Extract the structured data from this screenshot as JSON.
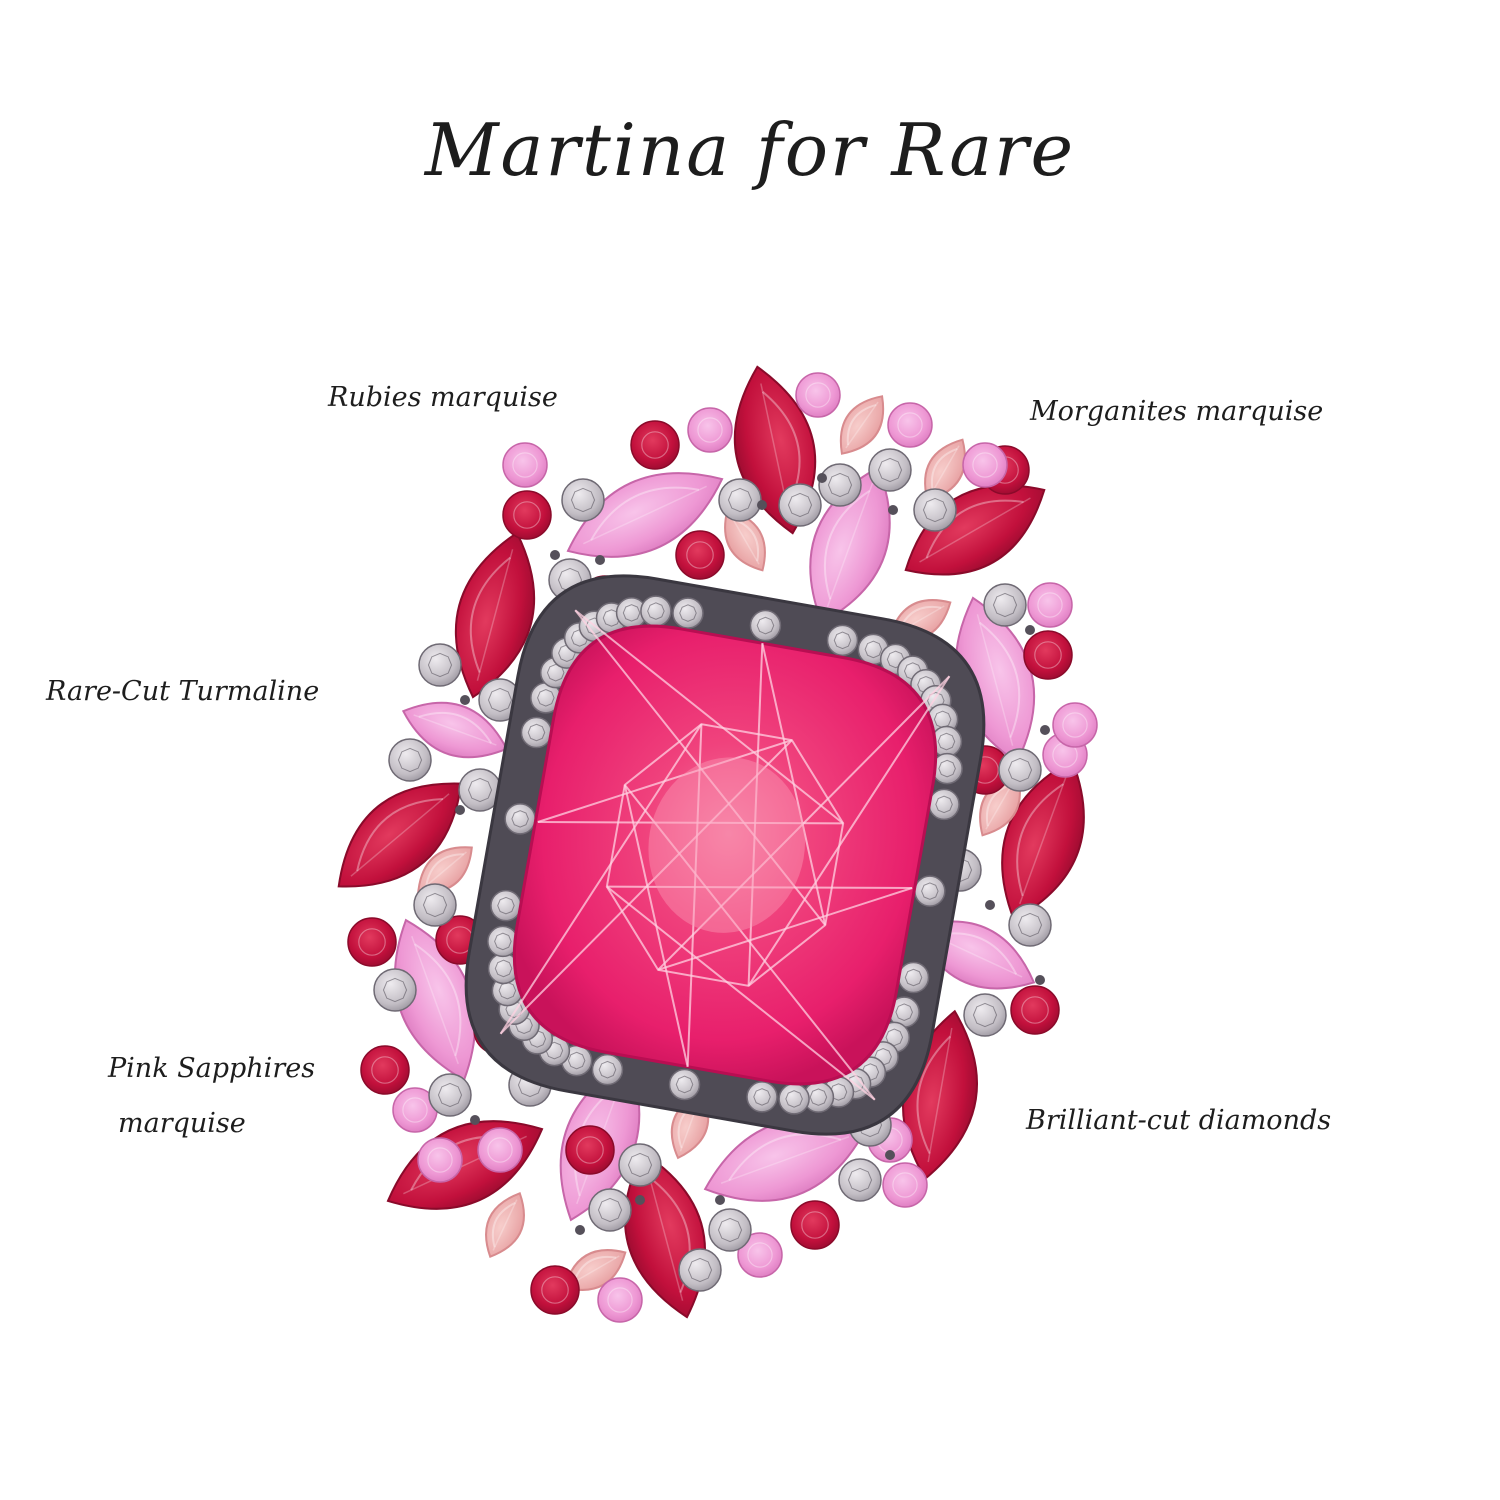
{
  "title": "Martina for Rare",
  "labels": {
    "rubies": "Rubies marquise",
    "morganites": "Morganites marquise",
    "turmaline": "Rare-Cut Turmaline",
    "pink_sapphires_line1": "Pink Sapphires",
    "pink_sapphires_line2": "marquise",
    "diamonds": "Brilliant-cut diamonds"
  },
  "colors": {
    "background": "#ffffff",
    "ruby": "#c8113f",
    "ruby_light": "#e6395f",
    "pink_sapphire": "#f0a0d8",
    "morganite": "#f2b4b4",
    "turmaline": "#ee2d78",
    "diamond": "#c7c3c9",
    "metal": "#4f4b55",
    "ink": "#1d1d1d"
  }
}
